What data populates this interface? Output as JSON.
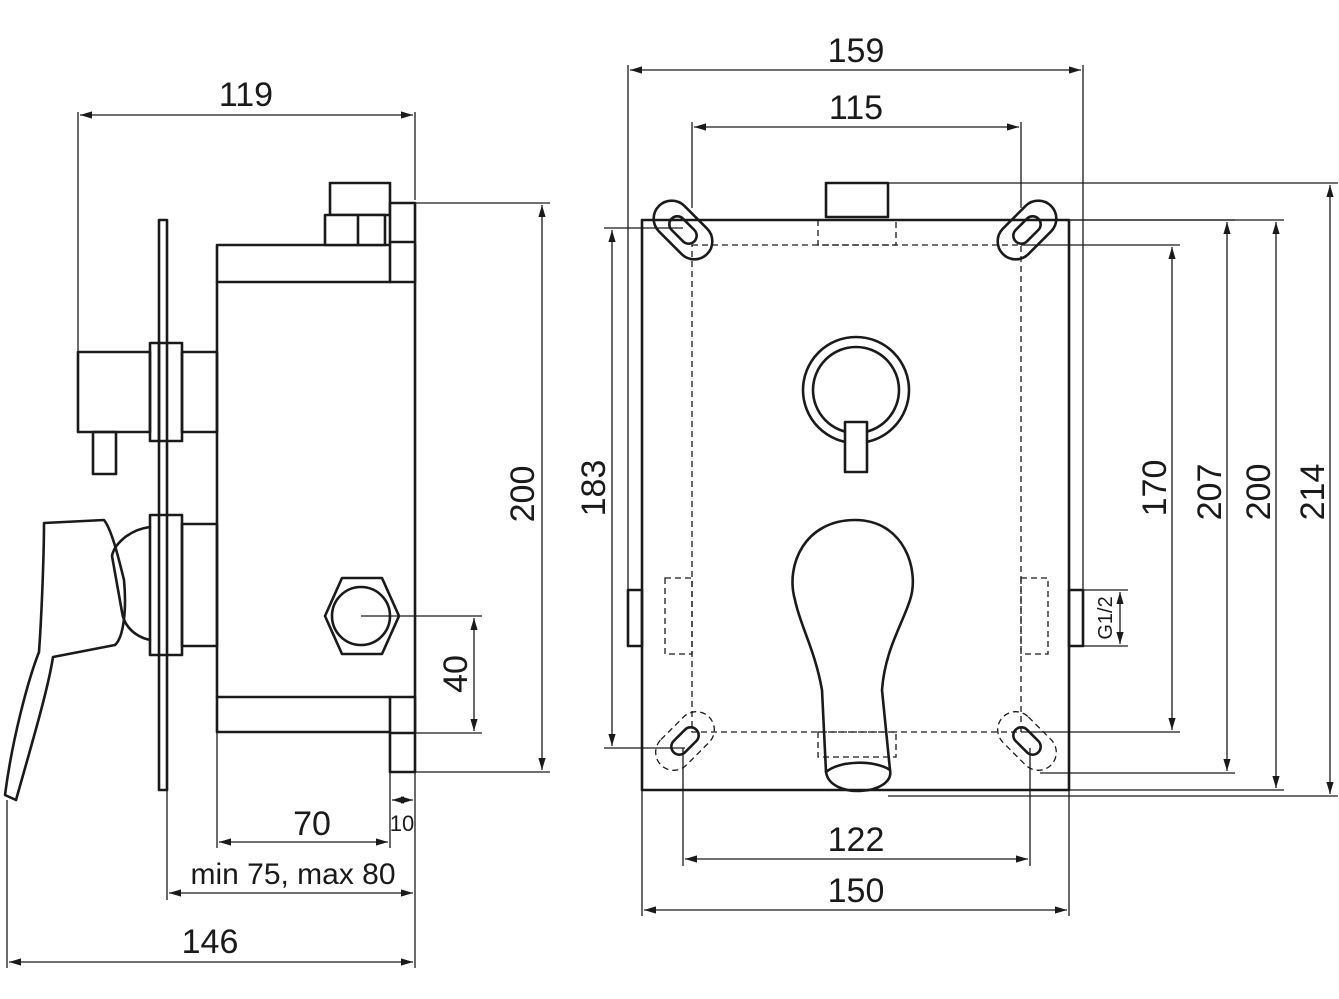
{
  "side_view": {
    "dimensions": {
      "overall_depth": "119",
      "body_height": "200",
      "outlet_spacing": "40",
      "body_depth": "70",
      "flange": "10",
      "install_depth": "min 75, max 80",
      "total_depth": "146"
    }
  },
  "front_view": {
    "dimensions": {
      "top_width": "159",
      "hole_spacing_top": "115",
      "height_183": "183",
      "height_170": "170",
      "height_207": "207",
      "height_200": "200",
      "height_214": "214",
      "thread": "G1/2",
      "hole_spacing_bottom": "122",
      "plate_width": "150"
    }
  },
  "colors": {
    "line": "#1a1a1a",
    "background": "#ffffff"
  }
}
